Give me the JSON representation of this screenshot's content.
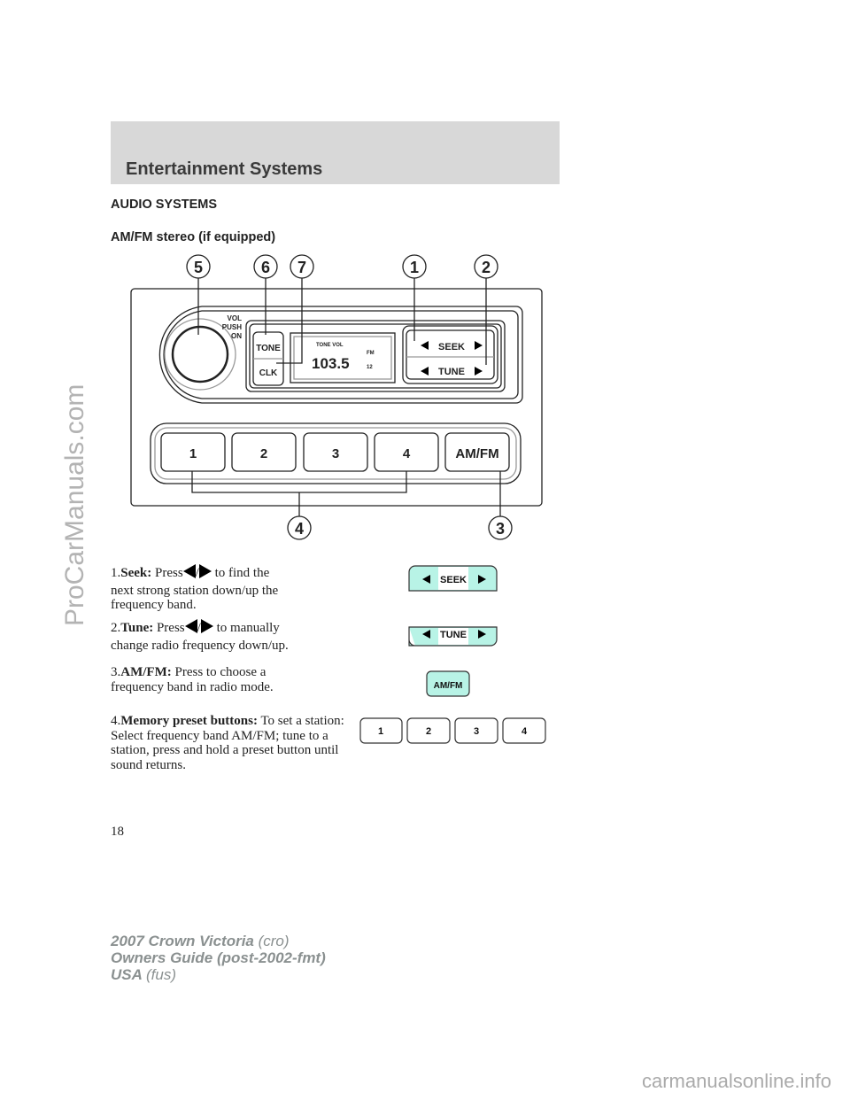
{
  "header": {
    "section": "Entertainment Systems"
  },
  "headings": {
    "h1": "AUDIO SYSTEMS",
    "h2": "AM/FM stereo (if equipped)"
  },
  "diagram": {
    "callouts": [
      "5",
      "6",
      "7",
      "1",
      "2",
      "4",
      "3"
    ],
    "knob_label": [
      "VOL",
      "PUSH",
      "ON"
    ],
    "tone": "TONE",
    "clk": "CLK",
    "display": {
      "indicators": "TONE VOL",
      "freq": "103.5",
      "band": "FM",
      "preset": "12"
    },
    "seek": "SEEK",
    "tune": "TUNE",
    "presets": [
      "1",
      "2",
      "3",
      "4"
    ],
    "amfm": "AM/FM"
  },
  "items": [
    {
      "num": "1.",
      "title": "Seek:",
      "pre": "Press",
      "sep": "/",
      "post": "to find the",
      "rest": "next strong station down/up the frequency band."
    },
    {
      "num": "2.",
      "title": "Tune:",
      "pre": "Press",
      "sep": "/",
      "post": "to manually",
      "rest": "change radio frequency down/up."
    },
    {
      "num": "3.",
      "title": "AM/FM:",
      "text": "Press to choose a frequency band in radio mode."
    },
    {
      "num": "4.",
      "title": "Memory preset buttons:",
      "text": "To set a station: Select frequency band AM/FM; tune to a station, press and hold a preset button until sound returns."
    }
  ],
  "icons": {
    "seek": "SEEK",
    "tune": "TUNE",
    "amfm": "AM/FM",
    "presets": [
      "1",
      "2",
      "3",
      "4"
    ]
  },
  "page_number": "18",
  "footer": {
    "l1a": "2007 Crown Victoria",
    "l1b": "(cro)",
    "l2": "Owners Guide (post-2002-fmt)",
    "l3a": "USA",
    "l3b": "(fus)"
  },
  "watermarks": {
    "side": "ProCarManuals.com",
    "bottom": "carmanualsonline.info"
  },
  "colors": {
    "highlight": "#b8f3e6",
    "header_bg": "#d8d8d8"
  }
}
